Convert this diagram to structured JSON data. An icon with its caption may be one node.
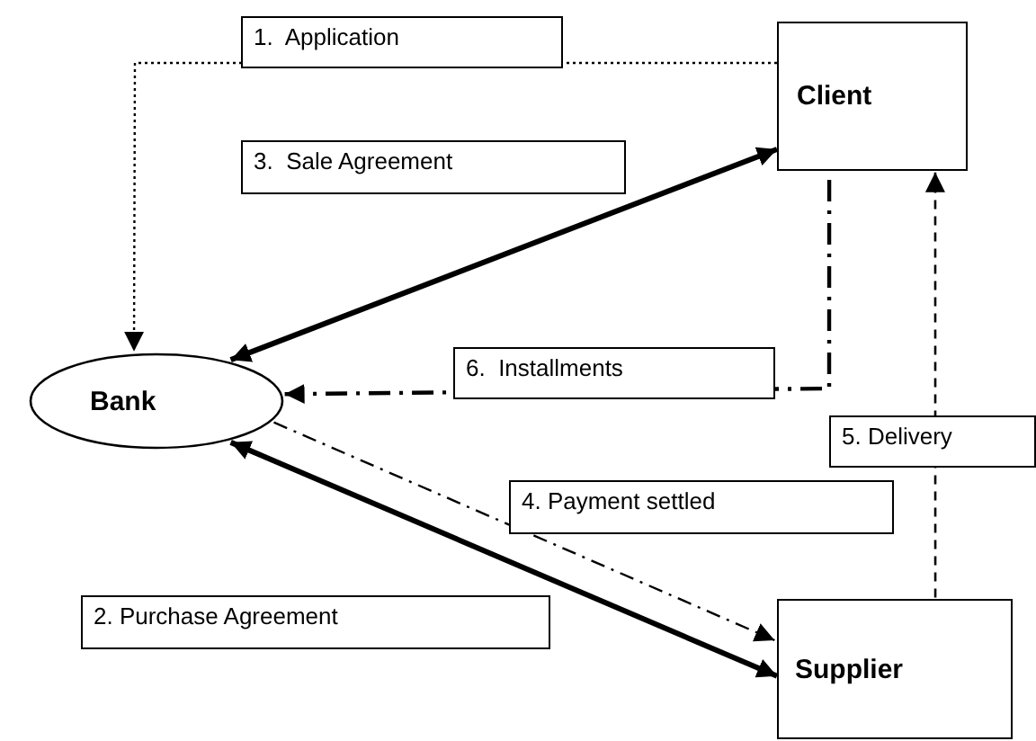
{
  "diagram": {
    "nodes": [
      {
        "text": [
          "Client"
        ]
      },
      {
        "text": [
          "Bank"
        ]
      },
      {
        "text": [
          "Supplier"
        ]
      }
    ],
    "edges": [
      {
        "from": 0,
        "to": 1,
        "arrow": "to",
        "label": "1.  Application",
        "style": "dashed"
      },
      {
        "from": 1,
        "to": 2,
        "arrow": "both",
        "label": "2. Purchase Agreement",
        "style": "thick"
      },
      {
        "from": 1,
        "to": 0,
        "arrow": "both",
        "label": "3.  Sale Agreement",
        "style": "thick"
      },
      {
        "from": 1,
        "to": 2,
        "arrow": "to",
        "label": "4. Payment settled",
        "style": "dashed"
      },
      {
        "from": 2,
        "to": 0,
        "arrow": "to",
        "label": "5. Delivery",
        "style": "dashed"
      },
      {
        "from": 0,
        "to": 1,
        "arrow": "to",
        "label": "6.  Installments",
        "style": "dashed"
      }
    ]
  }
}
